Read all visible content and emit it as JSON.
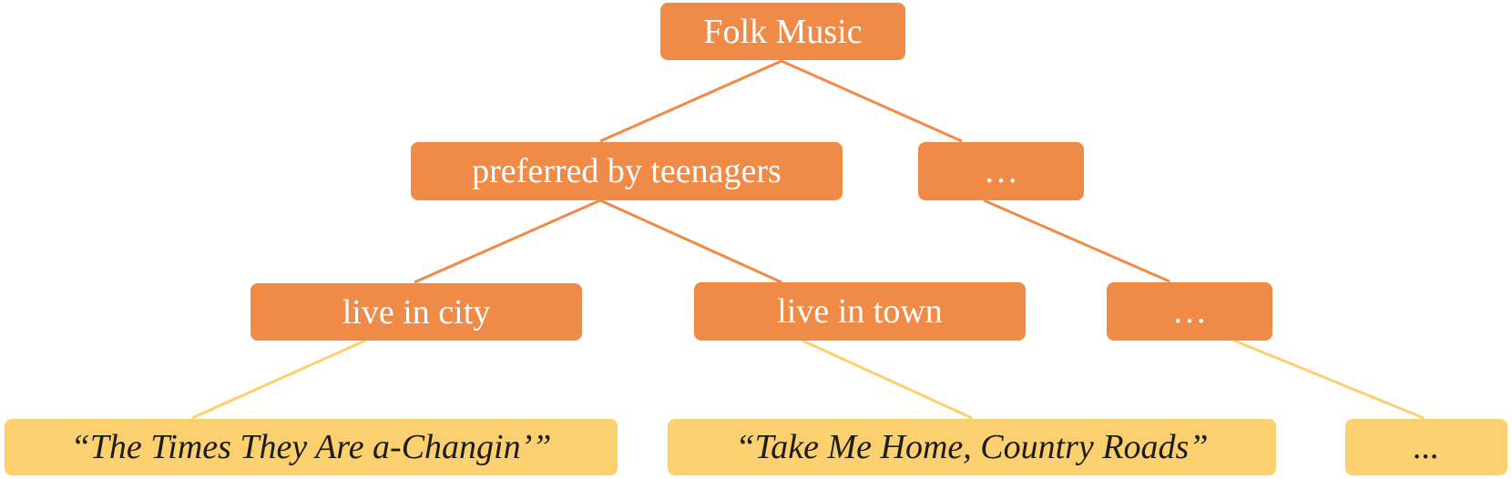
{
  "diagram": {
    "root": "Folk Music",
    "level1": {
      "left": "preferred by teenagers",
      "right": "…"
    },
    "level2": {
      "city": "live in city",
      "town": "live in town",
      "other": "…"
    },
    "leaves": {
      "song1": "“The Times They Are a-Changin’”",
      "song2": "“Take Me Home, Country Roads”",
      "other": "..."
    }
  },
  "colors": {
    "node_orange": "#ef8b47",
    "connector_orange": "#ef8b47",
    "leaf_yellow": "#fcd06f",
    "connector_yellow": "#fcd06f",
    "node_text": "#ffffff",
    "leaf_text": "#1c1c1c"
  }
}
